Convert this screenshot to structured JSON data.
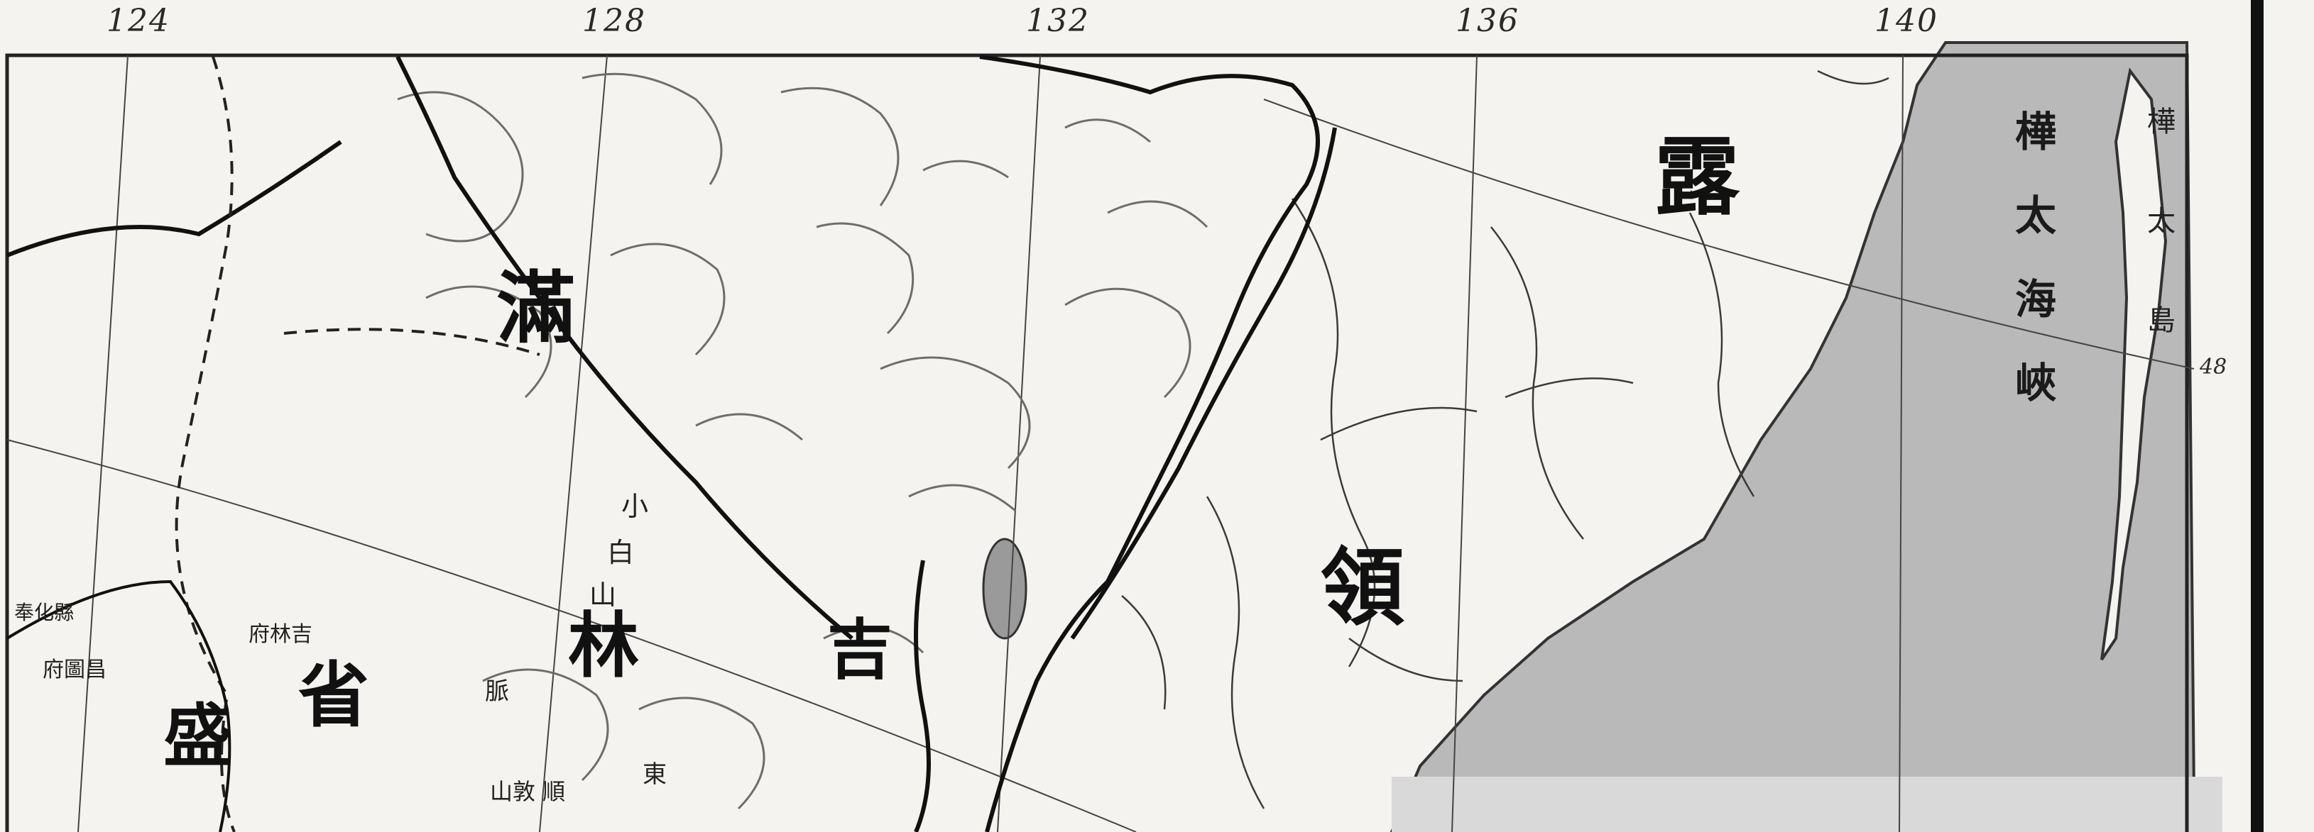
{
  "longitude_labels": [
    "124",
    "128",
    "132",
    "136",
    "140"
  ],
  "latitude_labels": [
    "48"
  ],
  "regions": {
    "russia": "露",
    "russia_territory": "領",
    "manchuria": "滿",
    "jilin": "林",
    "jilin_a": "吉",
    "province": "省",
    "shengjing": "盛"
  },
  "features": {
    "tatar_strait": "樺太海峽",
    "sakhalin": "樺太島",
    "mountain_range": [
      "小",
      "白",
      "山"
    ],
    "mountain_2": "脈",
    "east_label": "東",
    "shanyue_label": "山敦 順"
  },
  "place_labels": {
    "jilin_fu": "府林吉",
    "changtu": "府圖昌",
    "fengtian": "奉化縣"
  },
  "colors": {
    "land": "#f4f3ef",
    "sea": "#b9b9b9",
    "ink": "#1a1a1a",
    "terrain": "#6d6d6d"
  }
}
